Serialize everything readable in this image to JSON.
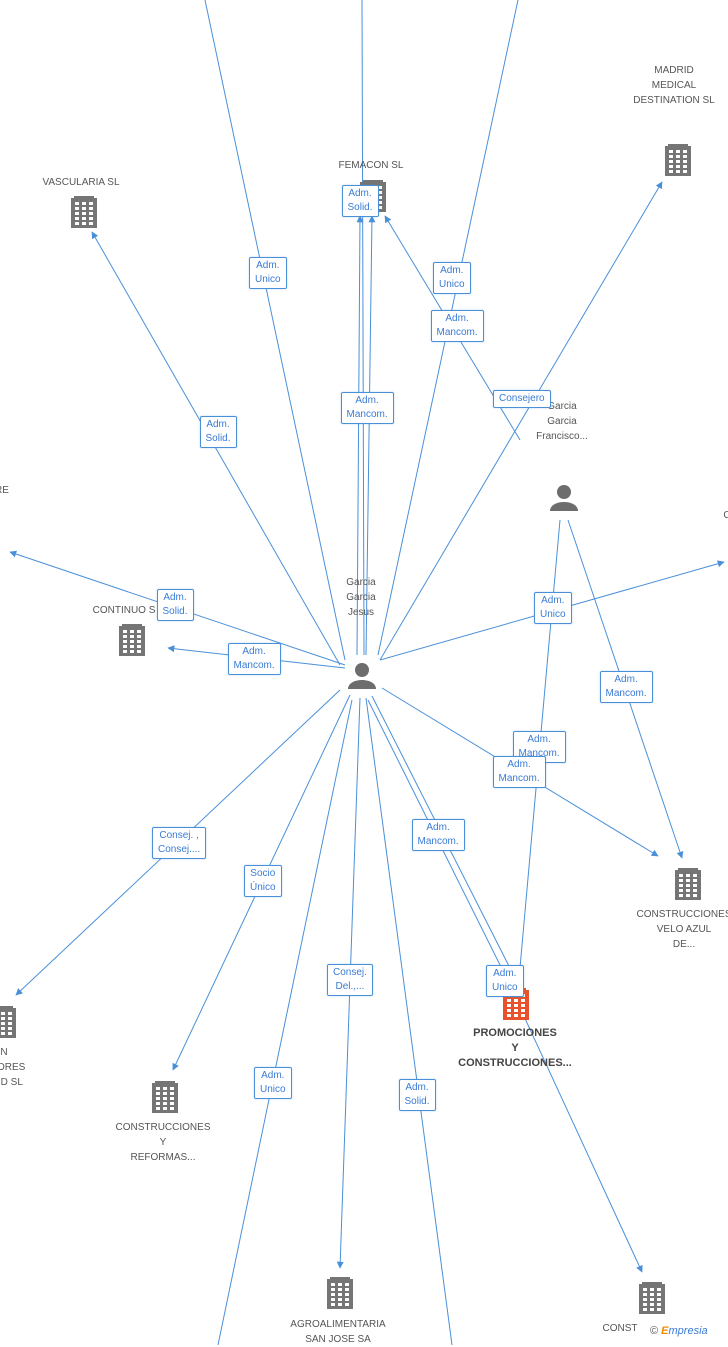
{
  "colors": {
    "edge": "#4a90d9",
    "company": "#757575",
    "main_company": "#e8522a",
    "person": "#6d6d6d"
  },
  "nodes": [
    {
      "id": "vascularia",
      "type": "company",
      "label": "VASCULARIA SL"
    },
    {
      "id": "femacon",
      "type": "company",
      "label": "FEMACON SL"
    },
    {
      "id": "madrid",
      "type": "company",
      "label": "MADRID MEDICAL DESTINATION SL"
    },
    {
      "id": "continuo",
      "type": "company",
      "label": "CONTINUO S..."
    },
    {
      "id": "construcciones_velo",
      "type": "company",
      "label": "CONSTRUCCIONES VELO AZUL DE..."
    },
    {
      "id": "promociones",
      "type": "company",
      "main": true,
      "label": "PROMOCIONES Y CONSTRUCCIONES..."
    },
    {
      "id": "left_bottom",
      "type": "company",
      "label": "N ...TORES ...UD SL"
    },
    {
      "id": "construcciones_reformas",
      "type": "company",
      "label": "CONSTRUCCIONES Y REFORMAS..."
    },
    {
      "id": "agroalimentaria",
      "type": "company",
      "label": "AGROALIMENTARIA SAN JOSE SA"
    },
    {
      "id": "const",
      "type": "company",
      "label": "CONST..."
    },
    {
      "id": "garcia_jesus",
      "type": "person",
      "label": "Garcia Garcia Jesus"
    },
    {
      "id": "garcia_francisco",
      "type": "person",
      "label": "Garcia Garcia Francisco..."
    },
    {
      "id": "edge_left",
      "type": "text",
      "label": "RE"
    },
    {
      "id": "edge_right",
      "type": "text",
      "label": "C"
    }
  ],
  "edge_labels": [
    {
      "id": "e1",
      "lines": [
        "Adm.",
        "Unico"
      ]
    },
    {
      "id": "e2",
      "lines": [
        "Adm.",
        "Solid."
      ]
    },
    {
      "id": "e3",
      "lines": [
        "Adm.",
        "Unico"
      ]
    },
    {
      "id": "e4",
      "lines": [
        "Adm.",
        "Mancom."
      ]
    },
    {
      "id": "e5",
      "lines": [
        "Consejero"
      ]
    },
    {
      "id": "e6",
      "lines": [
        "Adm.",
        "Solid."
      ]
    },
    {
      "id": "e7",
      "lines": [
        "Adm.",
        "Mancom."
      ]
    },
    {
      "id": "e8",
      "lines": [
        "Adm.",
        "Solid."
      ]
    },
    {
      "id": "e9",
      "lines": [
        "Adm.",
        "Mancom."
      ]
    },
    {
      "id": "e10",
      "lines": [
        "Adm.",
        "Unico"
      ]
    },
    {
      "id": "e11",
      "lines": [
        "Adm.",
        "Mancom."
      ]
    },
    {
      "id": "e12",
      "lines": [
        "Adm.",
        "Mancom."
      ]
    },
    {
      "id": "e13",
      "lines": [
        "Adm.",
        "Mancom."
      ]
    },
    {
      "id": "e14",
      "lines": [
        "Consej. ,",
        "Consej...."
      ]
    },
    {
      "id": "e15",
      "lines": [
        "Socio",
        "Único"
      ]
    },
    {
      "id": "e16",
      "lines": [
        "Adm.",
        "Mancom."
      ]
    },
    {
      "id": "e17",
      "lines": [
        "Consej.",
        "Del.,..."
      ]
    },
    {
      "id": "e18",
      "lines": [
        "Adm.",
        "Unico"
      ]
    },
    {
      "id": "e19",
      "lines": [
        "Adm.",
        "Unico"
      ]
    },
    {
      "id": "e20",
      "lines": [
        "Adm.",
        "Solid."
      ]
    }
  ],
  "branding": {
    "copyright": "©",
    "brand_first": "E",
    "brand_rest": "mpresia"
  }
}
